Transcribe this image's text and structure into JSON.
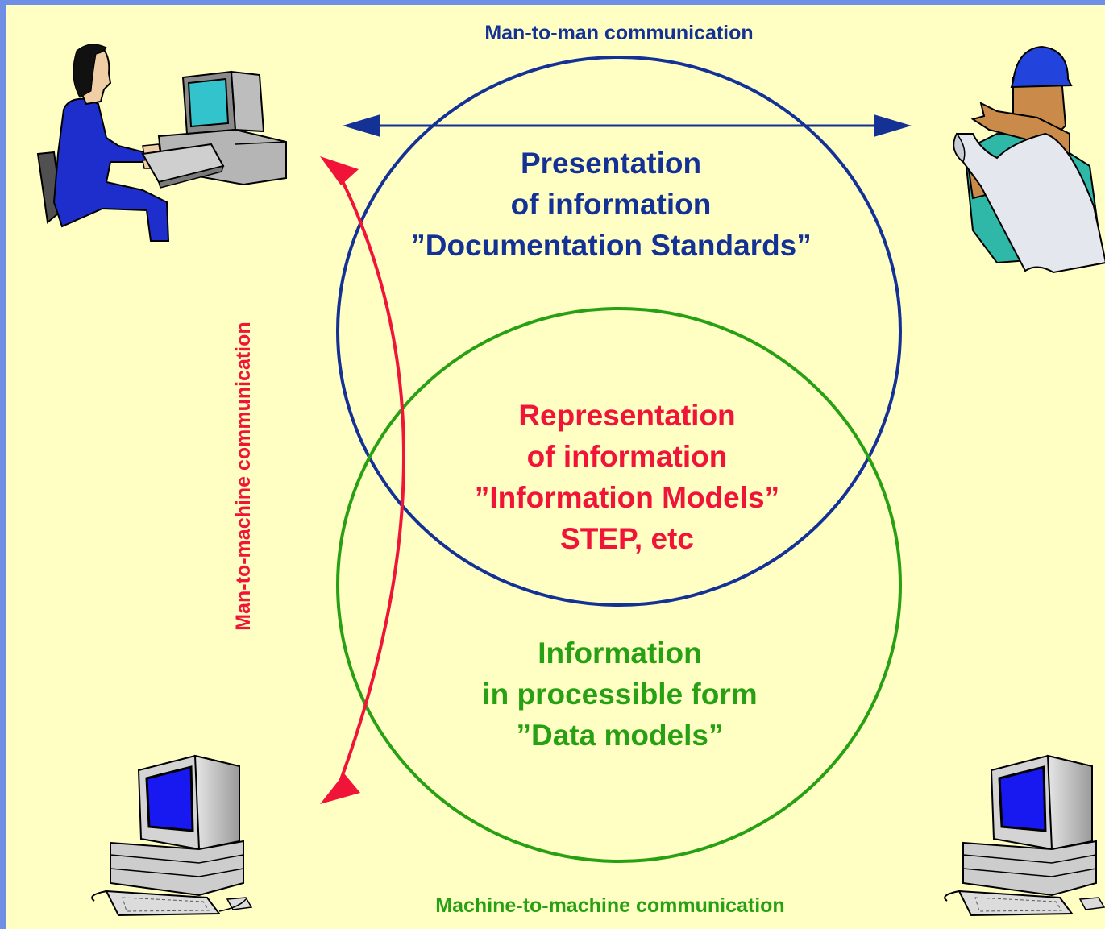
{
  "labels": {
    "man_to_man": "Man-to-man communication",
    "man_to_machine": "Man-to-machine communication",
    "machine_to_machine": "Machine-to-machine communication"
  },
  "presentation": {
    "line1": "Presentation",
    "line2": "of information",
    "line3": "”Documentation Standards”"
  },
  "representation": {
    "line1": "Representation",
    "line2": "of information",
    "line3": "”Information Models”",
    "line4": "STEP, etc"
  },
  "processible": {
    "line1": "Information",
    "line2": "in processible form",
    "line3": "”Data models”"
  },
  "colors": {
    "background": "#ffffc4",
    "frame": "#6f8fe6",
    "presentation": "#143296",
    "representation": "#f01438",
    "processible": "#28a014"
  },
  "icons": [
    "woman-at-computer-icon",
    "engineer-with-blueprint-icon",
    "desktop-computer-icon",
    "desktop-computer-icon"
  ]
}
